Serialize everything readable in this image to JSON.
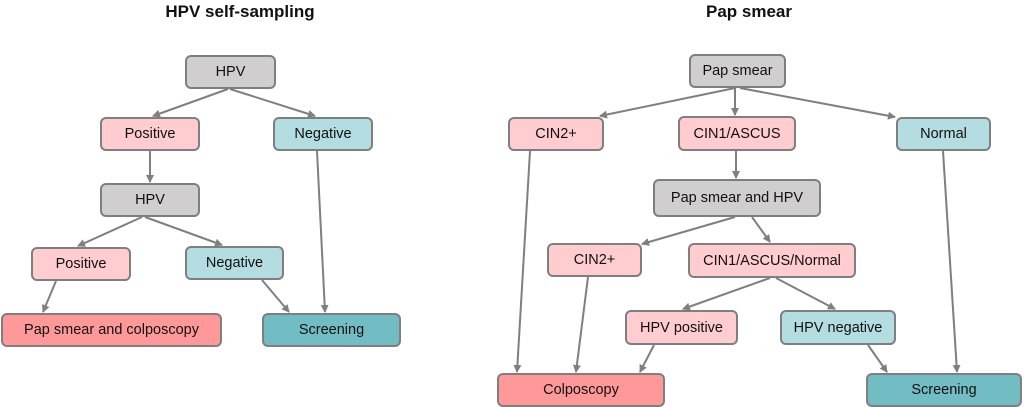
{
  "left_diagram": {
    "title": "HPV self-sampling",
    "nodes": {
      "hpv": "HPV",
      "positive": "Positive",
      "negative": "Negative",
      "hpv2": "HPV",
      "positive2": "Positive",
      "negative2": "Negative",
      "pap_colposcopy": "Pap smear and colposcopy",
      "screening": "Screening"
    }
  },
  "right_diagram": {
    "title": "Pap smear",
    "nodes": {
      "pap": "Pap smear",
      "cin2": "CIN2+",
      "cin1": "CIN1/ASCUS",
      "normal": "Normal",
      "pap_hpv": "Pap smear and HPV",
      "cin2b": "CIN2+",
      "cin1_normal": "CIN1/ASCUS/Normal",
      "hpv_pos": "HPV positive",
      "hpv_neg": "HPV negative",
      "colposcopy": "Colposcopy",
      "screening": "Screening"
    }
  },
  "colors": {
    "neutral": "#d0cece",
    "positive_light": "#ffcccf",
    "negative_light": "#b4dde1",
    "positive_outcome": "#ff9999",
    "negative_outcome": "#72bcc4",
    "edge": "#7f7f7f"
  }
}
